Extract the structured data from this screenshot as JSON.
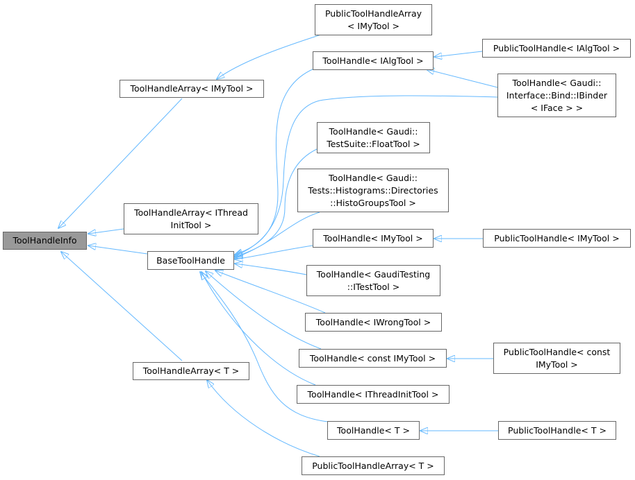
{
  "colors": {
    "edge": "#63b8ff",
    "border": "#666666",
    "root_fill": "#999999",
    "node_fill": "#ffffff"
  },
  "nodes": {
    "tool_handle_info": "ToolHandleInfo",
    "tool_handle_array_imytool": "ToolHandleArray< IMyTool >",
    "tool_handle_array_ithreadinittool": "ToolHandleArray< IThread\nInitTool >",
    "tool_handle_array_t": "ToolHandleArray< T >",
    "base_tool_handle": "BaseToolHandle",
    "public_tool_handle_array_imytool": "PublicToolHandleArray\n< IMyTool >",
    "public_tool_handle_array_t": "PublicToolHandleArray< T >",
    "tool_handle_ialgtool": "ToolHandle< IAlgTool >",
    "tool_handle_floattool": "ToolHandle< Gaudi::\nTestSuite::FloatTool >",
    "tool_handle_histogroupstool": "ToolHandle< Gaudi::\nTests::Histograms::Directories\n::HistoGroupsTool >",
    "tool_handle_imytool": "ToolHandle< IMyTool >",
    "tool_handle_itesttool": "ToolHandle< GaudiTesting\n::ITestTool >",
    "tool_handle_iwrongtool": "ToolHandle< IWrongTool >",
    "tool_handle_const_imytool": "ToolHandle< const IMyTool >",
    "tool_handle_ithreadinittool": "ToolHandle< IThreadInitTool >",
    "tool_handle_t": "ToolHandle< T >",
    "public_tool_handle_ialgtool": "PublicToolHandle< IAlgTool >",
    "tool_handle_ibinder": "ToolHandle< Gaudi::\nInterface::Bind::IBinder\n< IFace > >",
    "public_tool_handle_imytool": "PublicToolHandle< IMyTool >",
    "public_tool_handle_const_imytool": "PublicToolHandle< const\nIMyTool >",
    "public_tool_handle_t": "PublicToolHandle< T >"
  }
}
